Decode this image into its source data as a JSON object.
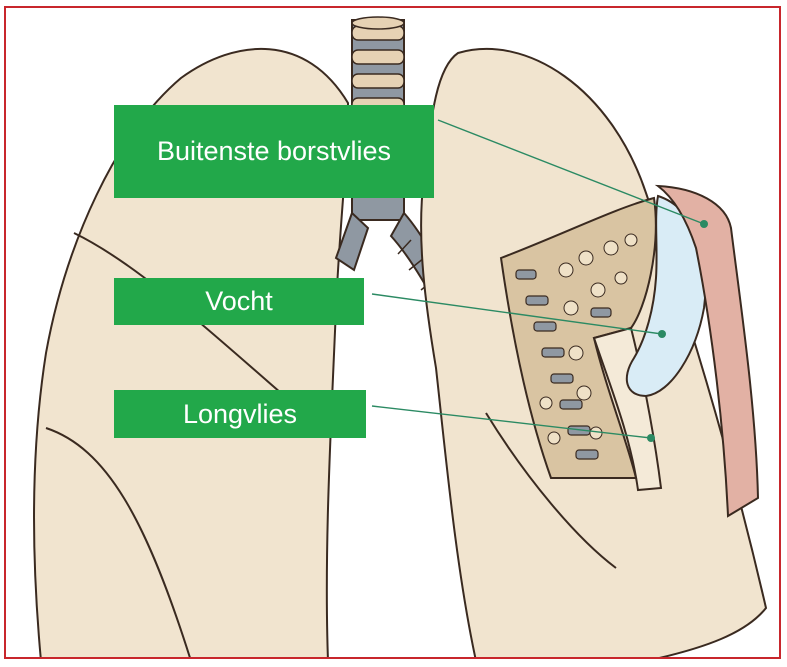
{
  "labels": {
    "outer_pleura": "Buitenste borstvlies",
    "fluid": "Vocht",
    "lung_pleura": "Longvlies"
  },
  "colors": {
    "frame": "#c8262c",
    "label_bg": "#22a84a",
    "label_text": "#ffffff",
    "lung": "#f1e4cf",
    "outline": "#3a2a20",
    "trachea": "#8f98a2",
    "fluid": "#d9ecf6",
    "outer_pleura": "#e2b1a4",
    "leader_line": "#2b8a63"
  }
}
